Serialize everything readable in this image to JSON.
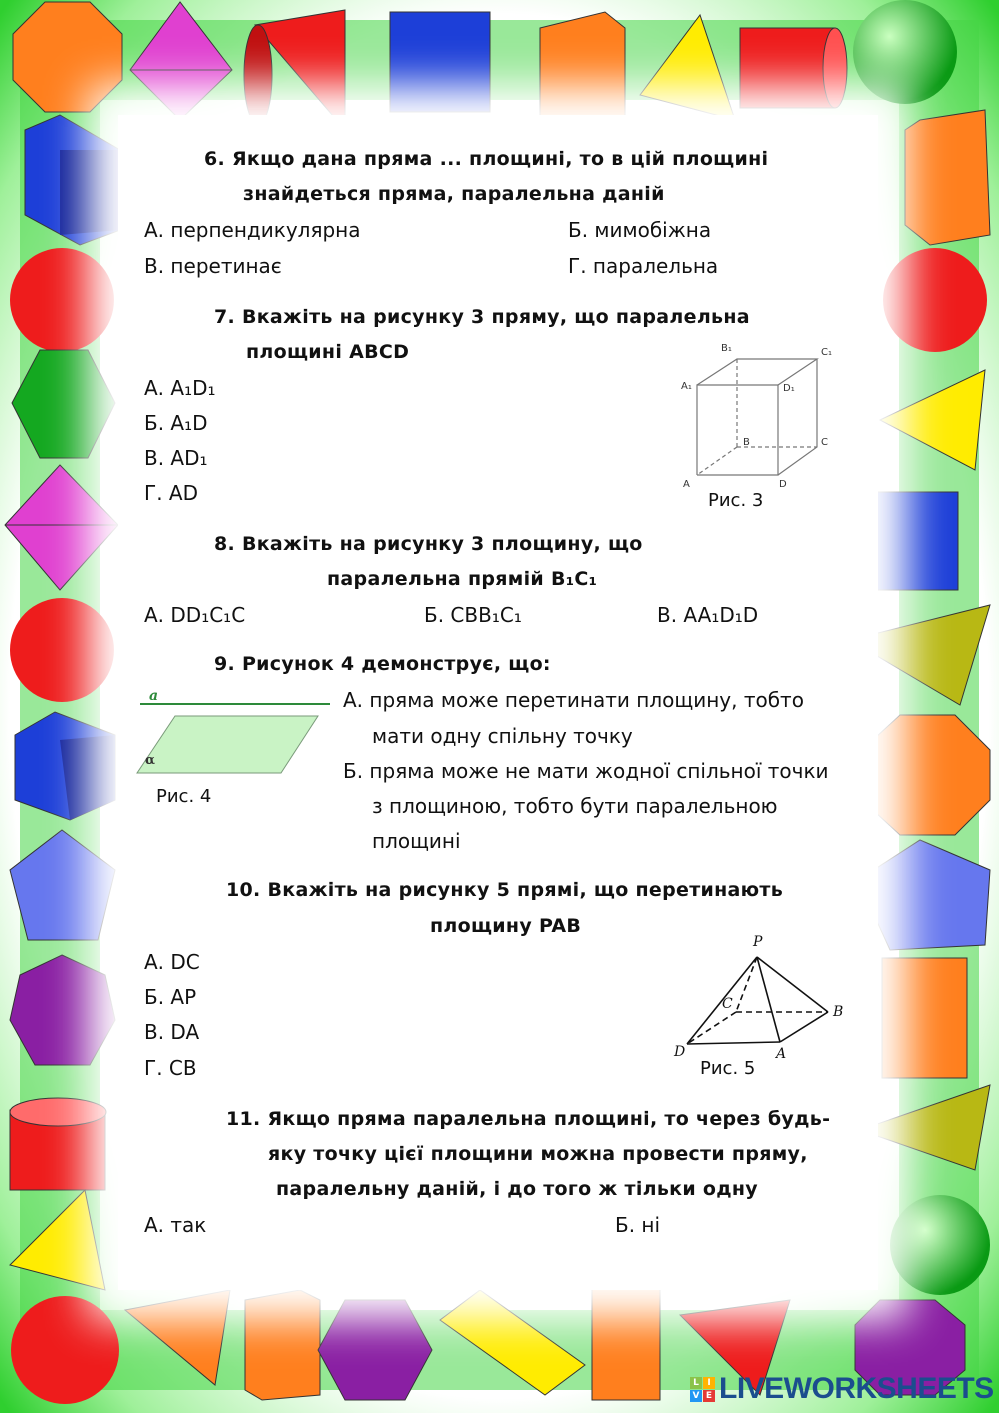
{
  "colors": {
    "frame_green": "#39d23a",
    "red": "#ee1c1c",
    "orange": "#ff7f1e",
    "blue": "#1d3fd8",
    "yellow": "#ffec00",
    "purple": "#8a1fa3",
    "pink": "#e040d0",
    "green": "#14a820",
    "plane_fill": "#c9f3c5",
    "plane_line": "#2d8a3a"
  },
  "q6": {
    "title_line1": "6. Якщо дана пряма ... площині, то в цій площині",
    "title_line2": "знайдеться пряма, паралельна даній",
    "options": [
      "А. перпендикулярна",
      "Б. мимобіжна",
      "В. перетинає",
      "Г. паралельна"
    ]
  },
  "q7": {
    "title_line1": "7. Вкажіть на рисунку 3 пряму, що паралельна",
    "title_line2": "площині ABCD",
    "options": [
      "А. A₁D₁",
      "Б. A₁D",
      "В. AD₁",
      "Г. AD"
    ]
  },
  "fig3": {
    "caption": "Рис. 3",
    "labels": {
      "A": "A",
      "B": "B",
      "C": "C",
      "D": "D",
      "A1": "A₁",
      "B1": "B₁",
      "C1": "C₁",
      "D1": "D₁"
    }
  },
  "q8": {
    "title_line1": "8. Вкажіть на рисунку 3 площину, що",
    "title_line2": "паралельна прямій B₁C₁",
    "options": [
      "А. DD₁C₁C",
      "Б. CBB₁C₁",
      "В. AA₁D₁D"
    ]
  },
  "q9": {
    "title": "9. Рисунок 4 демонструє, що:",
    "option_a_line1": "А. пряма може перетинати площину, тобто",
    "option_a_line2": "мати одну спільну точку",
    "option_b_line1": "Б. пряма може не мати жодної спільної точки",
    "option_b_line2": "з площиною, тобто бути паралельною",
    "option_b_line3": "площині"
  },
  "fig4": {
    "caption": "Рис. 4",
    "line_label": "a",
    "plane_label": "α"
  },
  "q10": {
    "title_line1": "10. Вкажіть на рисунку 5 прямі, що перетинають",
    "title_line2": "площину PAB",
    "options": [
      "А. DC",
      "Б. AP",
      "В. DA",
      "Г. CB"
    ]
  },
  "fig5": {
    "caption": "Рис. 5",
    "labels": {
      "P": "P",
      "A": "A",
      "B": "B",
      "C": "C",
      "D": "D"
    }
  },
  "q11": {
    "title_line1": "11. Якщо пряма паралельна площині, то через будь-",
    "title_line2": "яку точку цієї площини можна провести пряму,",
    "title_line3": "паралельну даній, і до того ж тільки одну",
    "options": [
      "А. так",
      "Б. ні"
    ]
  },
  "logo": {
    "text": "LIVEWORKSHEETS",
    "badge": [
      "L",
      "I",
      "V",
      "E"
    ]
  }
}
